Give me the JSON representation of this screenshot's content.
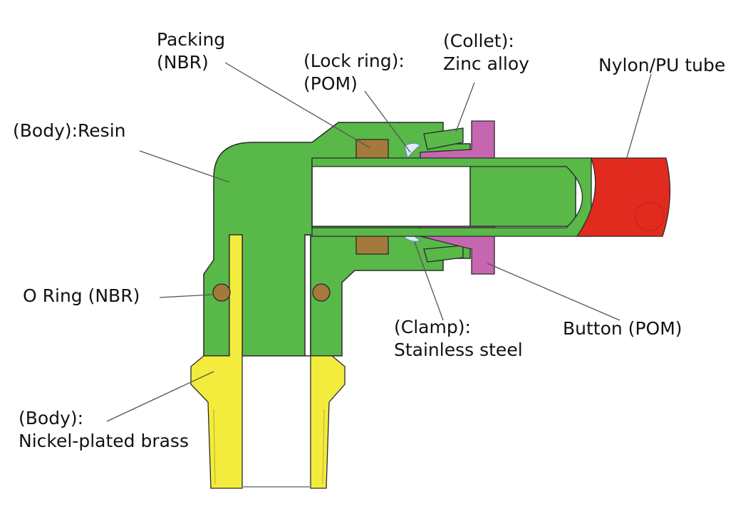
{
  "colors": {
    "resin_body": "#58b848",
    "brass_body": "#f4ec3c",
    "packing": "#a47a3c",
    "button": "#c766b0",
    "tube": "#e22b1f",
    "outline": "#2a2a2a",
    "leader": "#555555"
  },
  "labels": {
    "packing": [
      "Packing",
      "(NBR)"
    ],
    "lock_ring": [
      "(Lock ring):",
      "(POM)"
    ],
    "collet": [
      "(Collet):",
      "Zinc alloy"
    ],
    "tube": [
      "Nylon/PU tube"
    ],
    "body_resin": [
      "(Body):Resin"
    ],
    "o_ring": [
      "O Ring (NBR)"
    ],
    "clamp": [
      "(Clamp):",
      "Stainless steel"
    ],
    "button": [
      "Button (POM)"
    ],
    "body_brass": [
      "(Body):",
      "Nickel-plated brass"
    ]
  }
}
